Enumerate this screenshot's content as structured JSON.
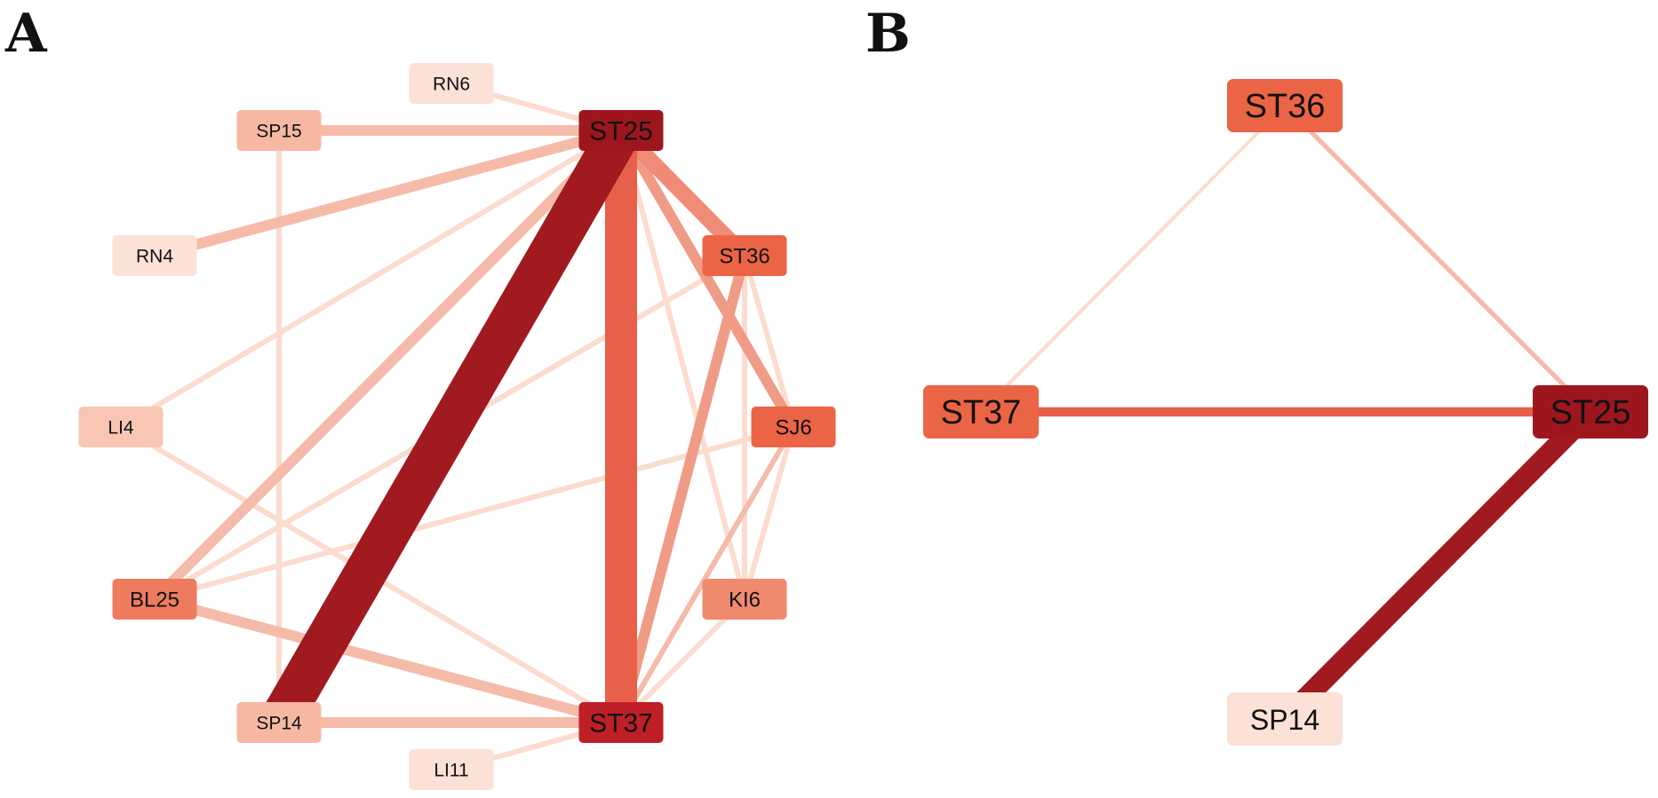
{
  "panels": [
    {
      "id": "A",
      "letter": "A",
      "nodes": [
        {
          "id": "RN6",
          "label": "RN6",
          "color": "#fce1d6",
          "text_color": "#111111"
        },
        {
          "id": "SP15",
          "label": "SP15",
          "color": "#f7b8a3",
          "text_color": "#111111"
        },
        {
          "id": "ST25",
          "label": "ST25",
          "color": "#9e161d",
          "text_color": "#111111"
        },
        {
          "id": "RN4",
          "label": "RN4",
          "color": "#fce1d6",
          "text_color": "#111111"
        },
        {
          "id": "ST36",
          "label": "ST36",
          "color": "#ec6446",
          "text_color": "#111111"
        },
        {
          "id": "LI4",
          "label": "LI4",
          "color": "#f9c6b4",
          "text_color": "#111111"
        },
        {
          "id": "SJ6",
          "label": "SJ6",
          "color": "#ec6446",
          "text_color": "#111111"
        },
        {
          "id": "BL25",
          "label": "BL25",
          "color": "#ef7b5f",
          "text_color": "#111111"
        },
        {
          "id": "KI6",
          "label": "KI6",
          "color": "#f08a6f",
          "text_color": "#111111"
        },
        {
          "id": "SP14",
          "label": "SP14",
          "color": "#f7b8a3",
          "text_color": "#111111"
        },
        {
          "id": "ST37",
          "label": "ST37",
          "color": "#bf1f26",
          "text_color": "#111111"
        },
        {
          "id": "LI11",
          "label": "LI11",
          "color": "#fce1d6",
          "text_color": "#111111"
        }
      ],
      "edges": [
        {
          "source": "RN6",
          "target": "ST25",
          "weight": 1,
          "color": "#fbdccf"
        },
        {
          "source": "SP15",
          "target": "ST25",
          "weight": 2,
          "color": "#f4bba8"
        },
        {
          "source": "SP15",
          "target": "SP14",
          "weight": 1,
          "color": "#fbdccf"
        },
        {
          "source": "RN4",
          "target": "ST25",
          "weight": 2,
          "color": "#f4bba8"
        },
        {
          "source": "LI4",
          "target": "ST25",
          "weight": 1,
          "color": "#fbdccf"
        },
        {
          "source": "LI4",
          "target": "ST37",
          "weight": 1,
          "color": "#fbdccf"
        },
        {
          "source": "BL25",
          "target": "ST25",
          "weight": 2,
          "color": "#f4bba8"
        },
        {
          "source": "BL25",
          "target": "ST36",
          "weight": 1,
          "color": "#fbdccf"
        },
        {
          "source": "BL25",
          "target": "SJ6",
          "weight": 1,
          "color": "#fbdccf"
        },
        {
          "source": "BL25",
          "target": "ST37",
          "weight": 2,
          "color": "#f4bba8"
        },
        {
          "source": "SP14",
          "target": "ST25",
          "weight": 8,
          "color": "#a11a1f"
        },
        {
          "source": "SP14",
          "target": "ST37",
          "weight": 2,
          "color": "#f4bba8"
        },
        {
          "source": "LI11",
          "target": "ST37",
          "weight": 1,
          "color": "#fbdccf"
        },
        {
          "source": "ST25",
          "target": "ST37",
          "weight": 6,
          "color": "#e8604a"
        },
        {
          "source": "ST25",
          "target": "ST36",
          "weight": 3,
          "color": "#ef8b76"
        },
        {
          "source": "ST25",
          "target": "SJ6",
          "weight": 2,
          "color": "#f09b85"
        },
        {
          "source": "ST25",
          "target": "KI6",
          "weight": 1,
          "color": "#fbdccf"
        },
        {
          "source": "ST36",
          "target": "ST37",
          "weight": 2,
          "color": "#f09b85"
        },
        {
          "source": "ST36",
          "target": "SJ6",
          "weight": 1,
          "color": "#fbdccf"
        },
        {
          "source": "ST36",
          "target": "KI6",
          "weight": 1,
          "color": "#fbdccf"
        },
        {
          "source": "SJ6",
          "target": "ST37",
          "weight": 1,
          "color": "#f4bba8"
        },
        {
          "source": "SJ6",
          "target": "KI6",
          "weight": 1,
          "color": "#fbdccf"
        },
        {
          "source": "KI6",
          "target": "ST37",
          "weight": 1,
          "color": "#fbdccf"
        }
      ]
    },
    {
      "id": "B",
      "letter": "B",
      "nodes": [
        {
          "id": "ST36",
          "label": "ST36",
          "color": "#ec6446",
          "text_color": "#111111"
        },
        {
          "id": "ST37",
          "label": "ST37",
          "color": "#ec6446",
          "text_color": "#111111"
        },
        {
          "id": "ST25",
          "label": "ST25",
          "color": "#9e161d",
          "text_color": "#111111"
        },
        {
          "id": "SP14",
          "label": "SP14",
          "color": "#fce1d6",
          "text_color": "#111111"
        }
      ],
      "edges": [
        {
          "source": "ST36",
          "target": "ST37",
          "weight": 1,
          "color": "#fbdccf"
        },
        {
          "source": "ST36",
          "target": "ST25",
          "weight": 2,
          "color": "#f4bba8"
        },
        {
          "source": "ST37",
          "target": "ST25",
          "weight": 4,
          "color": "#e8604a"
        },
        {
          "source": "SP14",
          "target": "ST25",
          "weight": 9,
          "color": "#a11a1f"
        }
      ]
    }
  ]
}
